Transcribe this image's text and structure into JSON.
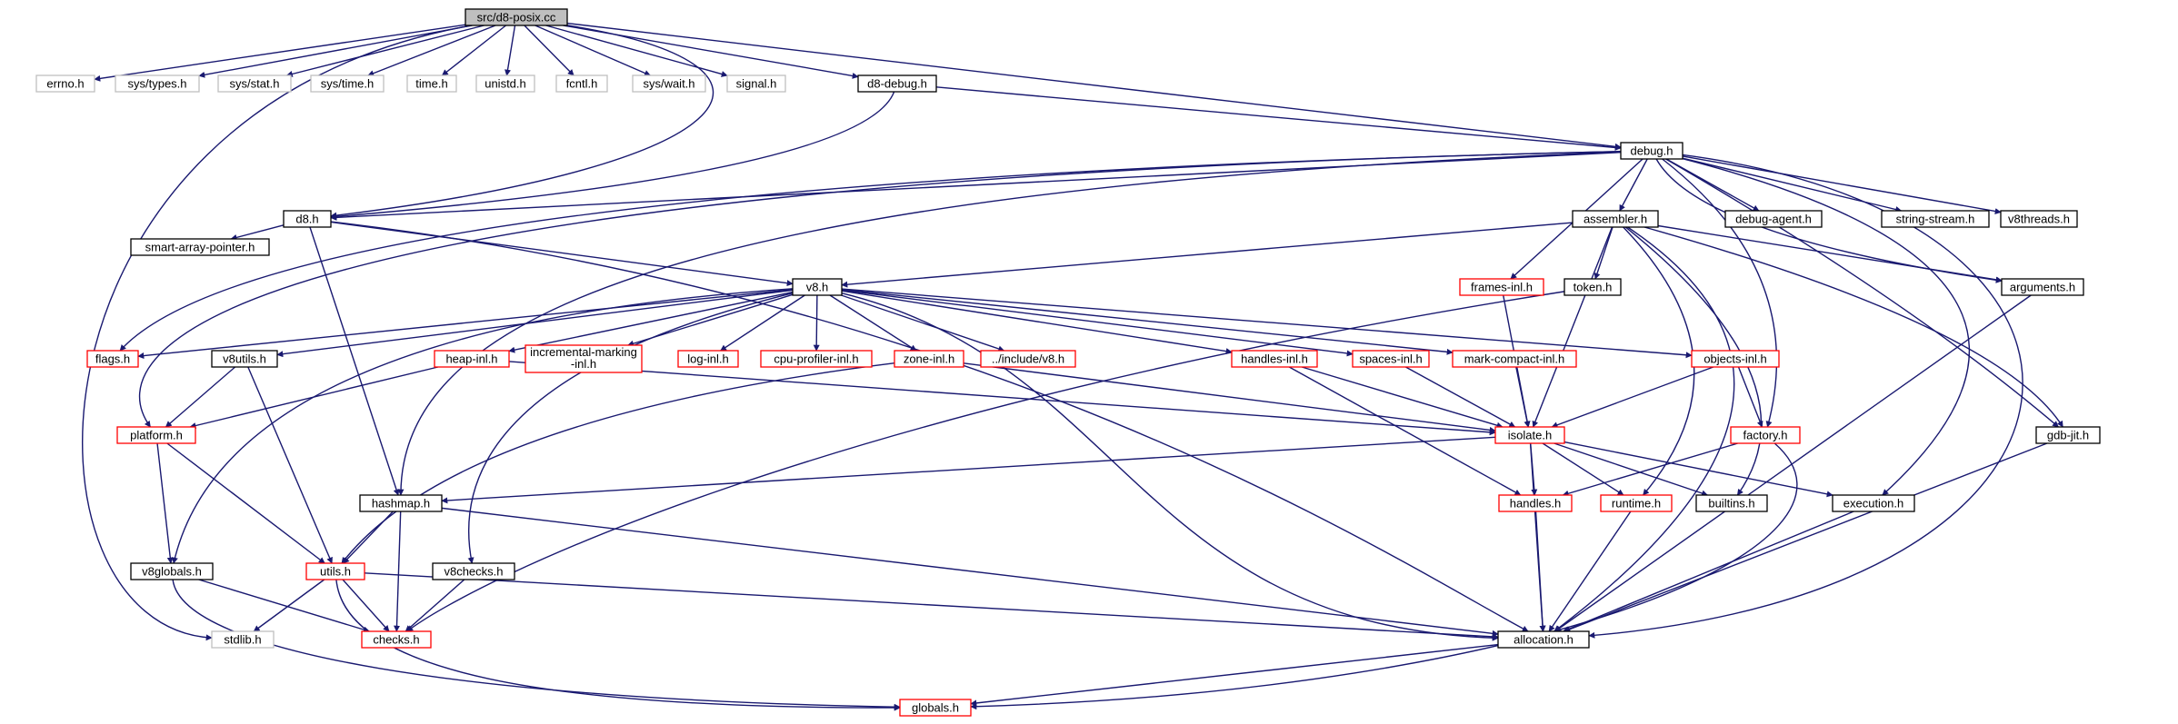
{
  "title": "src/d8-posix.cc",
  "colors": {
    "edge": "#191970",
    "root_fill": "#bfbfbf",
    "node_border": "#000000",
    "truncated_border": "#ff0000",
    "external_border": "#bfbfbf",
    "external_text": "#555555"
  },
  "nodes": {
    "root": "src/d8-posix.cc",
    "errno": "errno.h",
    "systypes": "sys/types.h",
    "sysstat": "sys/stat.h",
    "systime": "sys/time.h",
    "time": "time.h",
    "unistd": "unistd.h",
    "fcntl": "fcntl.h",
    "syswait": "sys/wait.h",
    "signal": "signal.h",
    "d8debug": "d8-debug.h",
    "debug": "debug.h",
    "d8": "d8.h",
    "debugagent": "debug-agent.h",
    "stringstream": "string-stream.h",
    "v8threads": "v8threads.h",
    "assembler": "assembler.h",
    "smartarray": "smart-array-pointer.h",
    "framesinl": "frames-inl.h",
    "token": "token.h",
    "arguments": "arguments.h",
    "v8": "v8.h",
    "flags": "flags.h",
    "v8utils": "v8utils.h",
    "heapinl": "heap-inl.h",
    "incmark1": "incremental-marking",
    "incmark2": "-inl.h",
    "loginl": "log-inl.h",
    "cpuprofiler": "cpu-profiler-inl.h",
    "zoneinl": "zone-inl.h",
    "includev8": "../include/v8.h",
    "handlesinl": "handles-inl.h",
    "spacesinl": "spaces-inl.h",
    "markcompact": "mark-compact-inl.h",
    "objectsinl": "objects-inl.h",
    "platform": "platform.h",
    "isolate": "isolate.h",
    "factory": "factory.h",
    "gdbjit": "gdb-jit.h",
    "hashmap": "hashmap.h",
    "handles": "handles.h",
    "runtime": "runtime.h",
    "builtins": "builtins.h",
    "execution": "execution.h",
    "v8globals": "v8globals.h",
    "utils": "utils.h",
    "v8checks": "v8checks.h",
    "stdlib": "stdlib.h",
    "checks": "checks.h",
    "allocation": "allocation.h",
    "globals": "globals.h"
  }
}
